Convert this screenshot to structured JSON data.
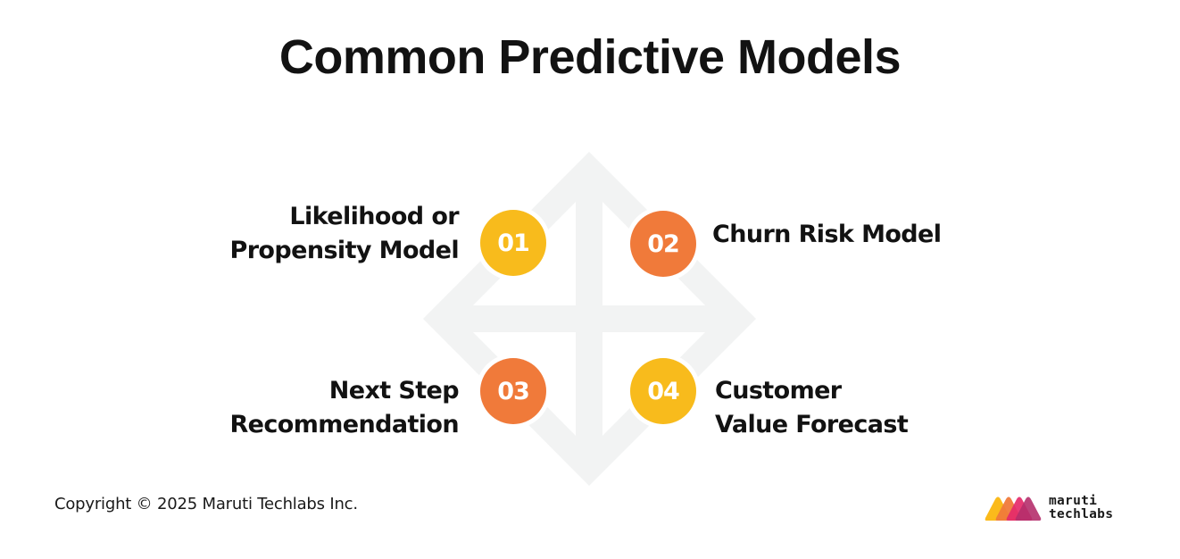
{
  "header": {
    "title": "Common Predictive Models"
  },
  "colors": {
    "yellow": "#F8BB1C",
    "orange": "#F07A3A",
    "diamond_fill": "#F2F3F3",
    "text": "#121212"
  },
  "models": [
    {
      "number": "01",
      "line1": "Likelihood or",
      "line2": "Propensity Model",
      "color": "#F8BB1C",
      "position": "top-left"
    },
    {
      "number": "02",
      "line1": "Churn Risk Model",
      "line2": "",
      "color": "#F07A3A",
      "position": "top-right"
    },
    {
      "number": "03",
      "line1": "Next Step",
      "line2": "Recommendation",
      "color": "#F07A3A",
      "position": "bottom-left"
    },
    {
      "number": "04",
      "line1": "Customer",
      "line2": "Value Forecast",
      "color": "#F8BB1C",
      "position": "bottom-right"
    }
  ],
  "footer": {
    "copyright": "Copyright © 2025 Maruti Techlabs Inc.",
    "logo": {
      "line1": "maruti",
      "line2": "techlabs",
      "colors": [
        "#FBBA1B",
        "#F07A3A",
        "#E52A6A",
        "#B52F6B"
      ]
    }
  }
}
